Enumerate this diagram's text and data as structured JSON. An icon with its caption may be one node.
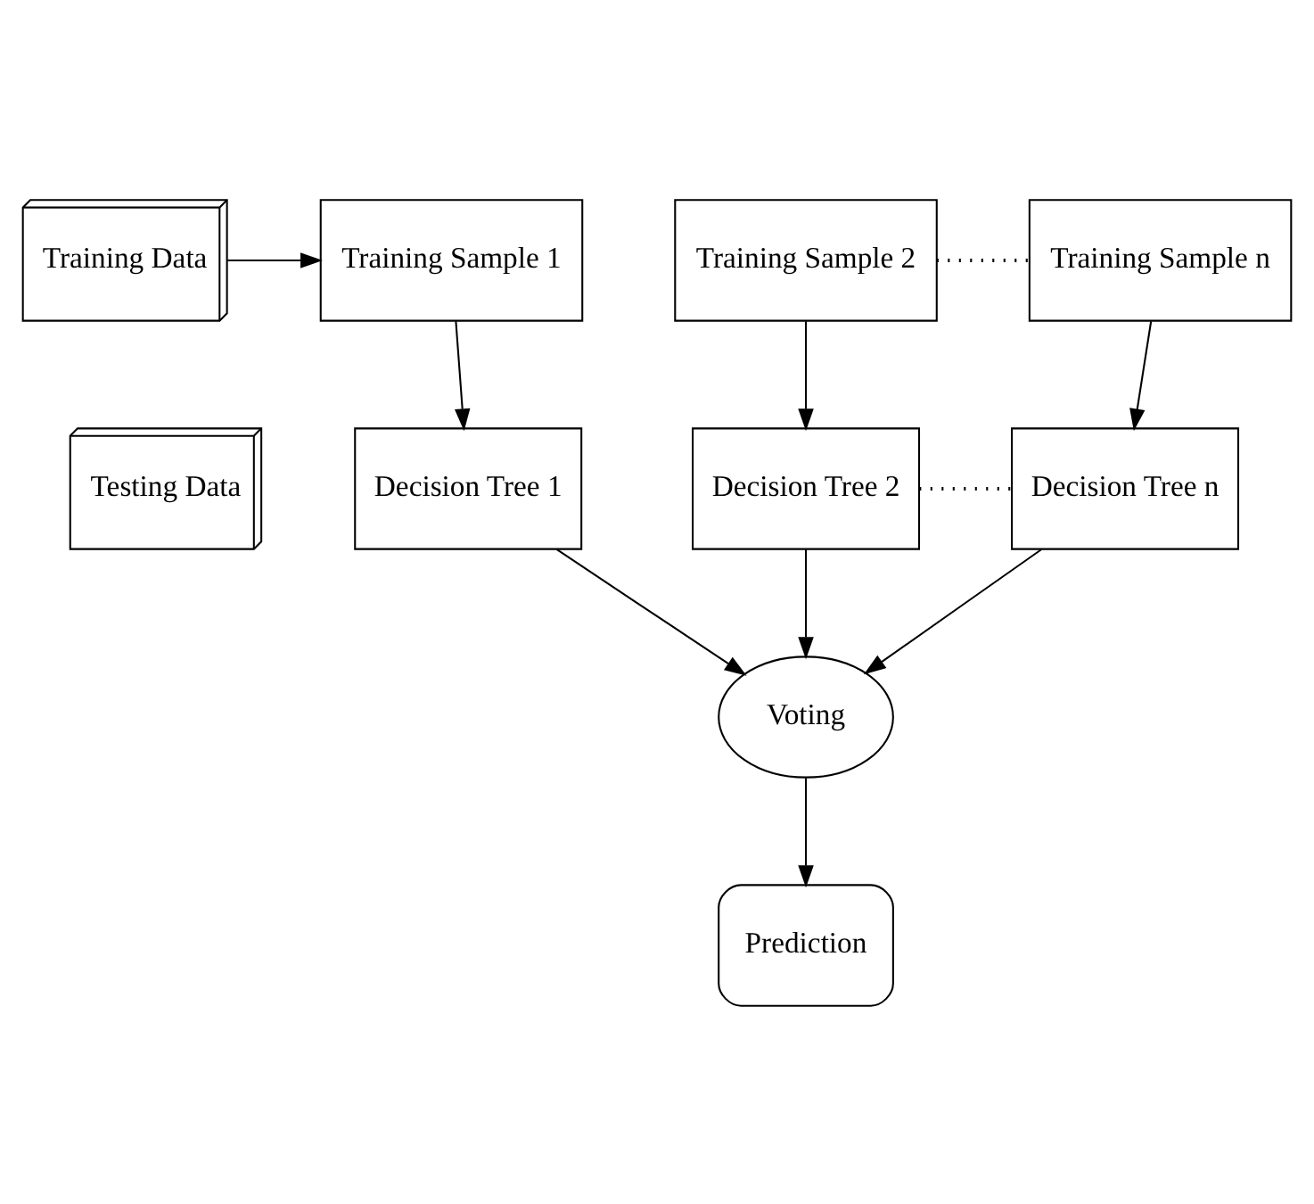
{
  "diagram": {
    "nodes": [
      {
        "text": [
          "Training Data"
        ]
      },
      {
        "text": [
          "Training Sample 1"
        ]
      },
      {
        "text": [
          "Training Sample 2"
        ]
      },
      {
        "text": [
          "Training Sample n"
        ]
      },
      {
        "text": [
          "Testing Data"
        ]
      },
      {
        "text": [
          "Decision Tree 1"
        ]
      },
      {
        "text": [
          "Decision Tree 2"
        ]
      },
      {
        "text": [
          "Decision Tree n"
        ]
      },
      {
        "text": [
          "Voting"
        ]
      },
      {
        "text": [
          "Prediction"
        ]
      }
    ],
    "edges": [
      {
        "from": 0,
        "to": 1,
        "arrow": "to"
      },
      {
        "from": 2,
        "to": 3,
        "arrow": "none",
        "style": "dashed"
      },
      {
        "from": 1,
        "to": 5,
        "arrow": "to"
      },
      {
        "from": 2,
        "to": 6,
        "arrow": "to"
      },
      {
        "from": 3,
        "to": 7,
        "arrow": "to"
      },
      {
        "from": 6,
        "to": 7,
        "arrow": "none",
        "style": "dashed"
      },
      {
        "from": 5,
        "to": 8,
        "arrow": "to"
      },
      {
        "from": 6,
        "to": 8,
        "arrow": "to"
      },
      {
        "from": 7,
        "to": 8,
        "arrow": "to"
      },
      {
        "from": 8,
        "to": 9,
        "arrow": "to"
      }
    ]
  }
}
